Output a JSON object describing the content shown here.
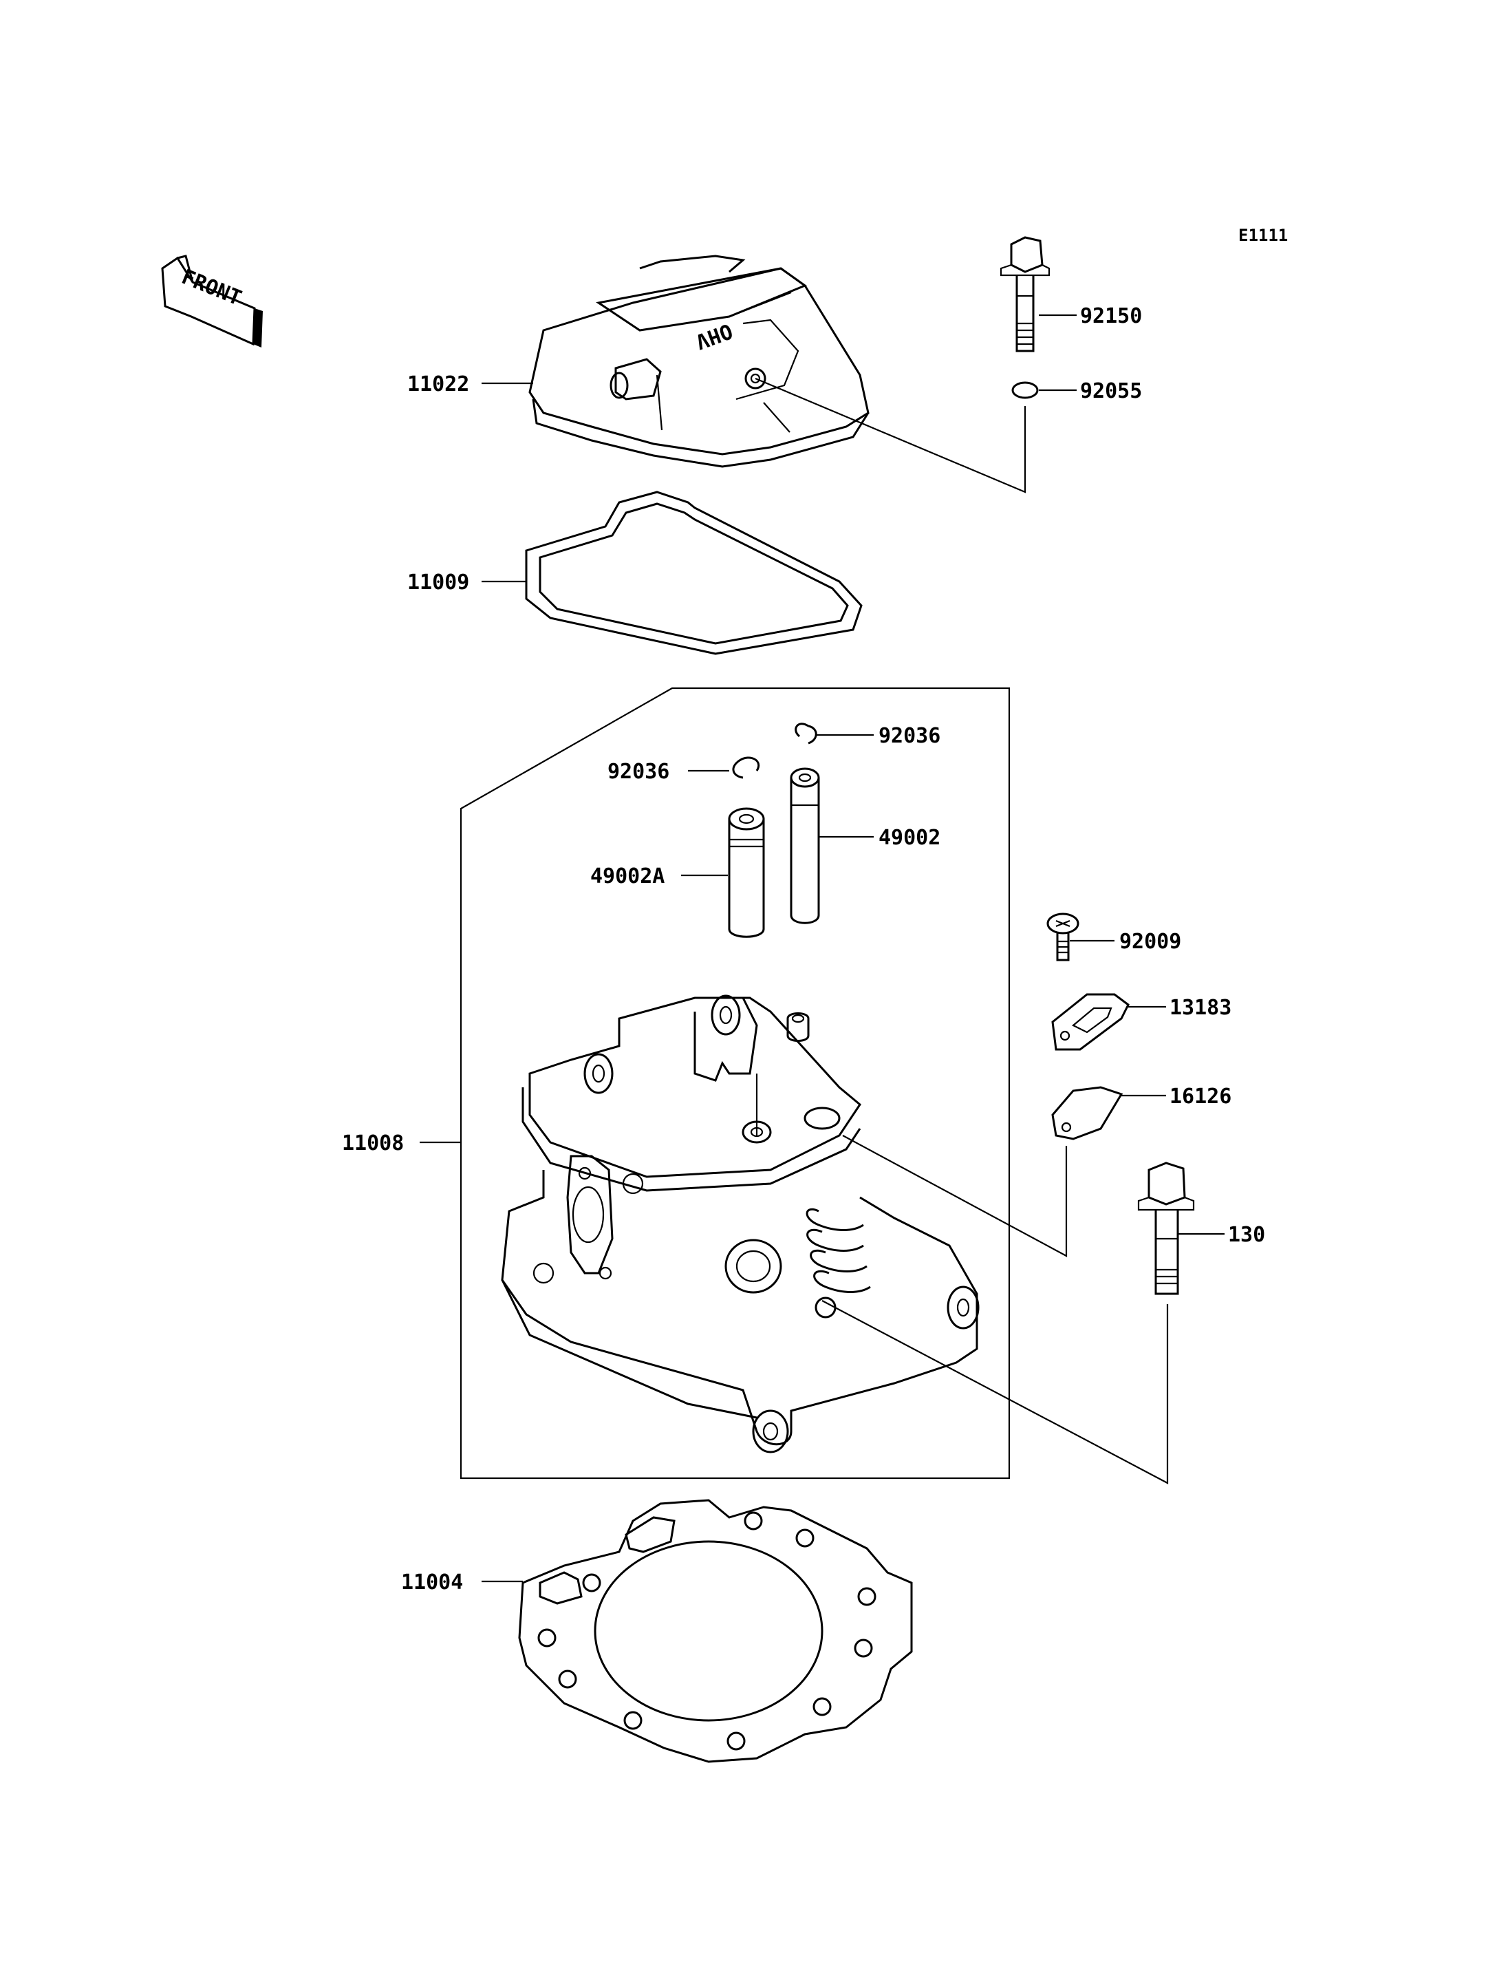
{
  "diagram": {
    "ref_code": "E1111",
    "front_label": "FRONT",
    "cover_emboss": "OHV",
    "part_labels": {
      "p11022": "11022",
      "p92150": "92150",
      "p92055": "92055",
      "p11009": "11009",
      "p92036_a": "92036",
      "p92036_b": "92036",
      "p49002": "49002",
      "p49002A": "49002A",
      "p92009": "92009",
      "p13183": "13183",
      "p16126": "16126",
      "p11008": "11008",
      "p130": "130",
      "p11004": "11004"
    }
  }
}
